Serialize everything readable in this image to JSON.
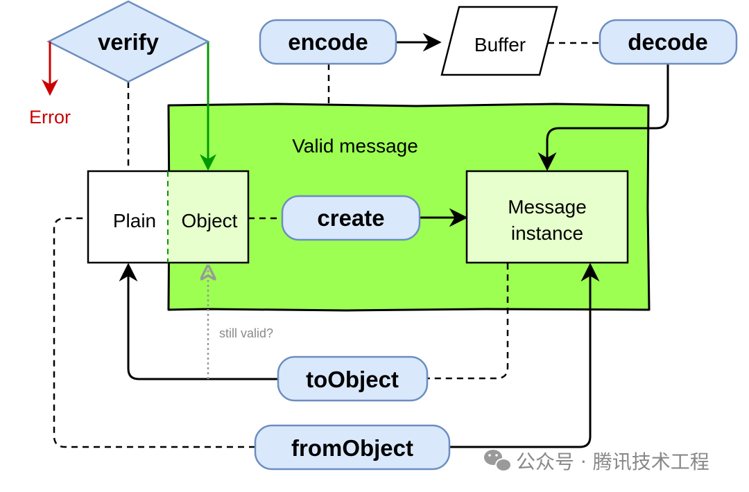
{
  "nodes": {
    "verify": "verify",
    "encode": "encode",
    "buffer": "Buffer",
    "decode": "decode",
    "create": "create",
    "to_object": "toObject",
    "from_object": "fromObject",
    "plain_left": "Plain",
    "plain_right": "Object",
    "message_line1": "Message",
    "message_line2": "instance"
  },
  "labels": {
    "error": "Error",
    "valid_region": "Valid message",
    "still_valid": "still valid?"
  },
  "watermark": {
    "icon": "wechat-icon",
    "text": "公众号 · 腾讯技术工程"
  },
  "colors": {
    "pill_fill": "#dae8fc",
    "pill_stroke": "#6c8ebf",
    "valid_fill": "#9cff52",
    "message_fill": "#e6ffcc",
    "error_red": "#cc0000",
    "green_arrow": "#009900",
    "gray_arrow": "#999999"
  }
}
